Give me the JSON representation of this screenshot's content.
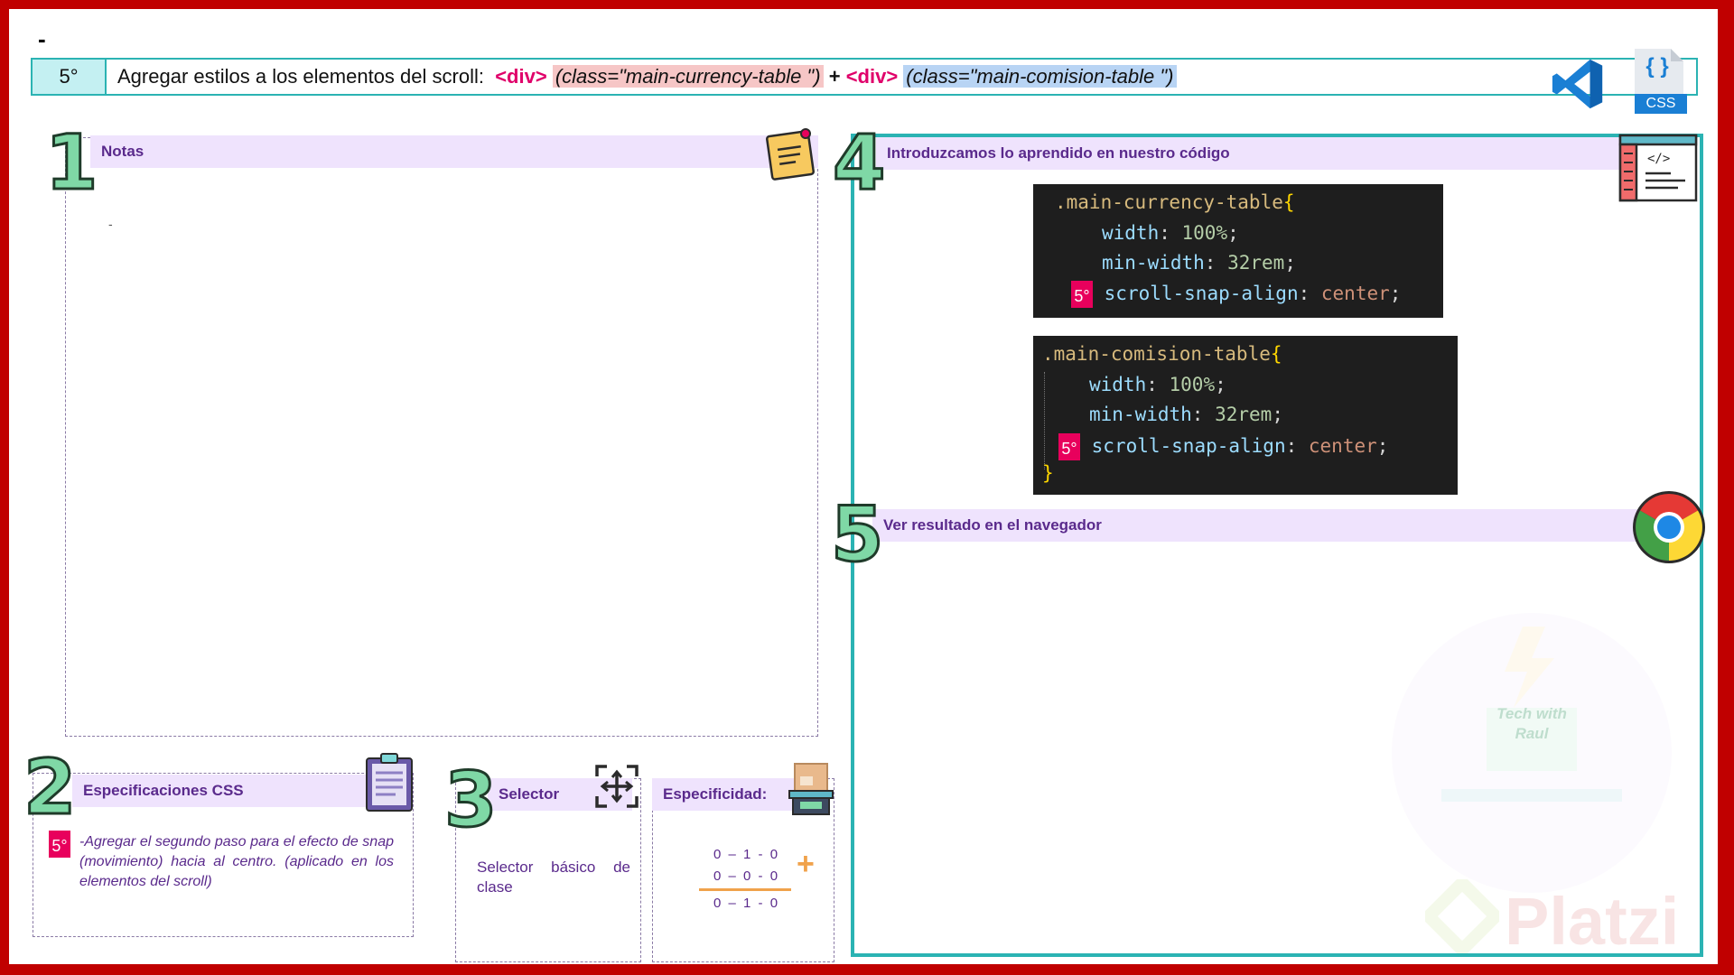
{
  "top_dash": "-",
  "step": {
    "number": "5°",
    "text_prefix": "Agregar estilos a los elementos del scroll:",
    "tag1": "<div>",
    "class1": "(class=\"main-currency-table \")",
    "plus": "+",
    "tag2": "<div>",
    "class2": "(class=\"main-comision-table \")",
    "css_label": "CSS",
    "css_braces": "{ }"
  },
  "section1": {
    "number": "1",
    "title": "Notas",
    "note": "-"
  },
  "section2": {
    "number": "2",
    "title": "Especificaciones CSS",
    "badge": "5°",
    "text": "-Agregar el segundo paso para el efecto de snap (movimiento) hacia al centro. (aplicado en los elementos del scroll)"
  },
  "section3": {
    "number": "3",
    "title": "Selector",
    "text": "Selector básico de clase"
  },
  "specificity": {
    "title": "Especificidad:",
    "row1": "0 – 1 - 0",
    "row2": "0 – 0 - 0",
    "result": "0 – 1 - 0",
    "plus": "+"
  },
  "section4": {
    "number": "4",
    "title": "Introduzcamos lo aprendido en nuestro código",
    "code1": {
      "selector": ".main-currency-table",
      "open": "{",
      "p1": "width",
      "v1": "100%",
      "p2": "min-width",
      "v2": "32rem",
      "badge": "5°",
      "p3": "scroll-snap-align",
      "v3": "center"
    },
    "code2": {
      "selector": ".main-comision-table",
      "open": "{",
      "p1": "width",
      "v1": "100%",
      "p2": "min-width",
      "v2": "32rem",
      "badge": "5°",
      "p3": "scroll-snap-align",
      "v3": "center",
      "close": "}"
    }
  },
  "section5": {
    "number": "5",
    "title": "Ver resultado en el navegador"
  },
  "watermark": {
    "brand": "Platzi",
    "line1": "Tech with",
    "line2": "Raul"
  },
  "colors": {
    "frame": "#c00000",
    "accent_teal": "#2bb3b3",
    "header_bg": "#efe3fd",
    "header_text": "#5a2a8c",
    "badge": "#e8005c"
  }
}
